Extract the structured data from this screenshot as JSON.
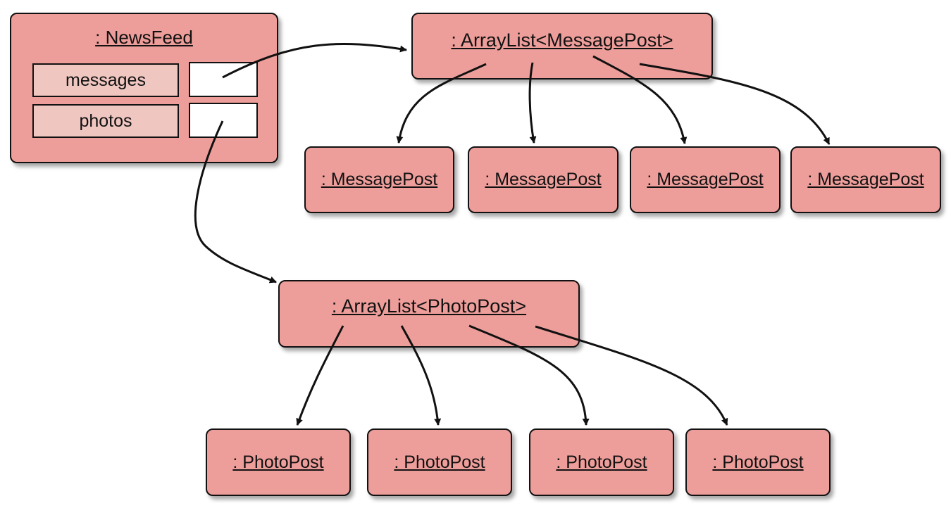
{
  "newsfeed": {
    "title": ": NewsFeed",
    "fields": [
      {
        "label": "messages"
      },
      {
        "label": "photos"
      }
    ]
  },
  "message_list": {
    "title": ": ArrayList<MessagePost>",
    "items": [
      ": MessagePost",
      ": MessagePost",
      ": MessagePost",
      ": MessagePost"
    ]
  },
  "photo_list": {
    "title": ": ArrayList<PhotoPost>",
    "items": [
      ": PhotoPost",
      ": PhotoPost",
      ": PhotoPost",
      ": PhotoPost"
    ]
  },
  "colors": {
    "node_fill": "#ee9e9a",
    "field_label_fill": "#f0c6c1",
    "field_value_fill": "#ffffff",
    "stroke": "#111111"
  }
}
